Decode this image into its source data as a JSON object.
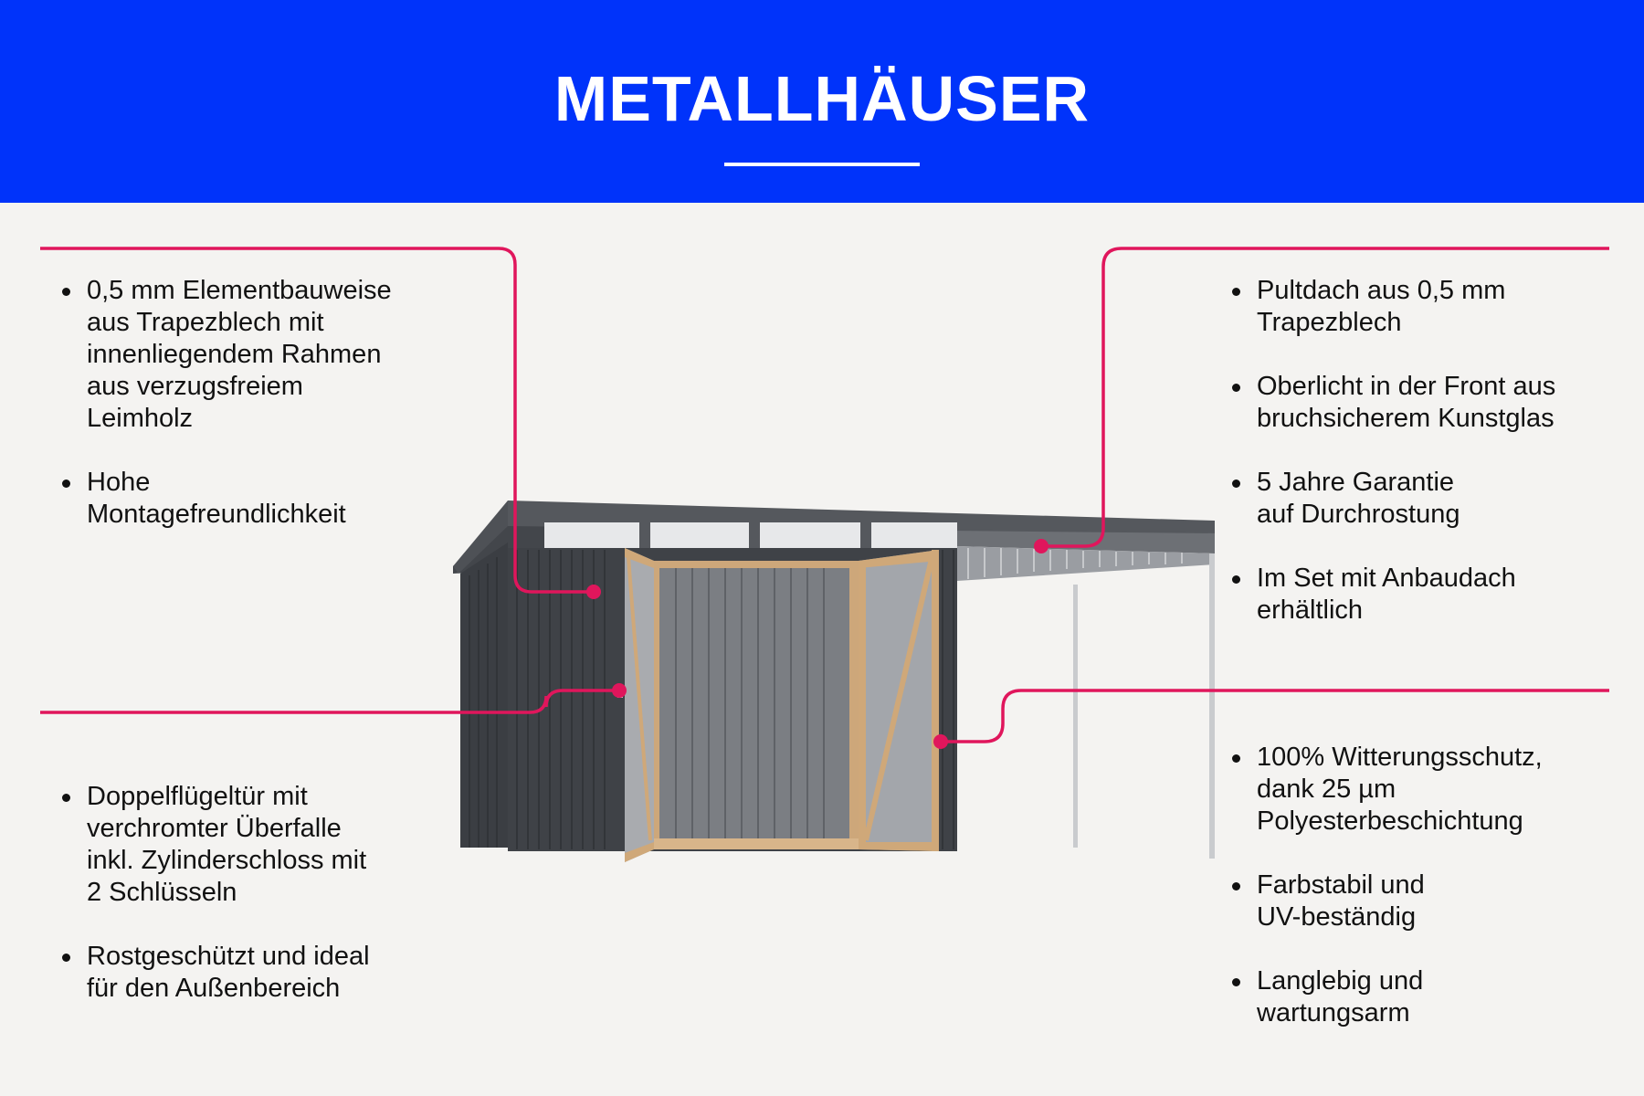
{
  "header": {
    "title": "METALLHÄUSER"
  },
  "colors": {
    "header_bg": "#0033fa",
    "accent": "#e0165c",
    "background": "#f4f3f1",
    "shed": "#3f4247"
  },
  "features": {
    "top_left": [
      {
        "text": "0,5 mm Elementbauweise\naus Trapezblech mit\ninnenliegendem Rahmen\naus verzugsfreiem\nLeimholz"
      },
      {
        "text": "Hohe\nMontagefreundlichkeit"
      }
    ],
    "bottom_left": [
      {
        "text": "Doppelflügeltür mit\nverchromter Überfalle\ninkl. Zylinderschloss mit\n2 Schlüsseln"
      },
      {
        "text": "Rostgeschützt und ideal\nfür den Außenbereich"
      }
    ],
    "top_right": [
      {
        "text": "Pultdach aus 0,5 mm\nTrapezblech"
      },
      {
        "text": "Oberlicht in der Front aus\nbruchsicherem Kunstglas"
      },
      {
        "text": "5 Jahre Garantie\nauf Durchrostung"
      },
      {
        "text": "Im Set mit Anbaudach\nerhältlich"
      }
    ],
    "bottom_right": [
      {
        "text": "100% Witterungsschutz,\ndank 25 µm\nPolyesterbeschichtung"
      },
      {
        "text": "Farbstabil und\nUV-beständig"
      },
      {
        "text": "Langlebig und\nwartungsarm"
      }
    ]
  }
}
